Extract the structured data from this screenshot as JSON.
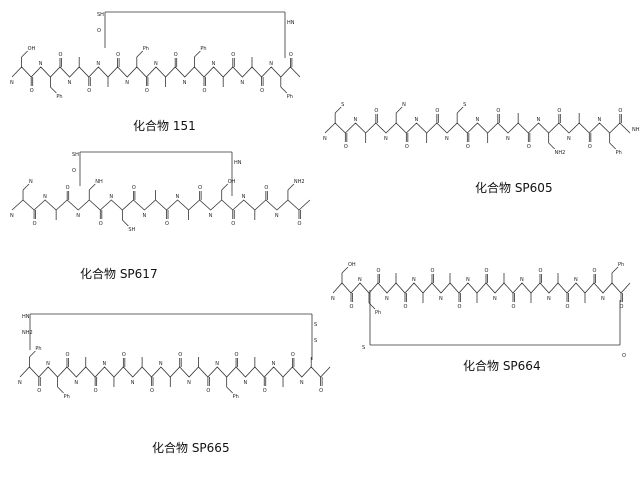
{
  "molecules": [
    {
      "id": "151",
      "label": "化合物 151",
      "residues": [
        "OH",
        "Ph",
        "",
        "",
        "Ph",
        "",
        "Ph",
        "",
        "",
        "Ph"
      ],
      "cycle_labels": [
        "SH",
        "HN",
        "O"
      ]
    },
    {
      "id": "SP605",
      "label": "化合物 SP605",
      "residues": [
        "S",
        "",
        "N",
        "",
        "S",
        "",
        "",
        "NH2",
        "",
        "Ph"
      ],
      "cycle_labels": [
        "NH2"
      ]
    },
    {
      "id": "SP617",
      "label": "化合物 SP617",
      "residues": [
        "N",
        "",
        "NH",
        "SH",
        "",
        "",
        "OH",
        "",
        "NH2"
      ],
      "cycle_labels": [
        "SH",
        "HN",
        "O"
      ]
    },
    {
      "id": "SP664",
      "label": "化合物 SP664",
      "residues": [
        "OH",
        "Ph",
        "",
        "",
        "",
        "",
        "",
        "",
        "",
        "",
        "Ph"
      ],
      "cycle_labels": [
        "S",
        "O"
      ]
    },
    {
      "id": "SP665",
      "label": "化合物 SP665",
      "residues": [
        "Ph",
        "Ph",
        "",
        "",
        "",
        "",
        "",
        "Ph",
        "",
        "",
        ""
      ],
      "cycle_labels": [
        "HN",
        "S",
        "NH2",
        "S"
      ]
    }
  ],
  "colors": {
    "ink": "#333333"
  }
}
